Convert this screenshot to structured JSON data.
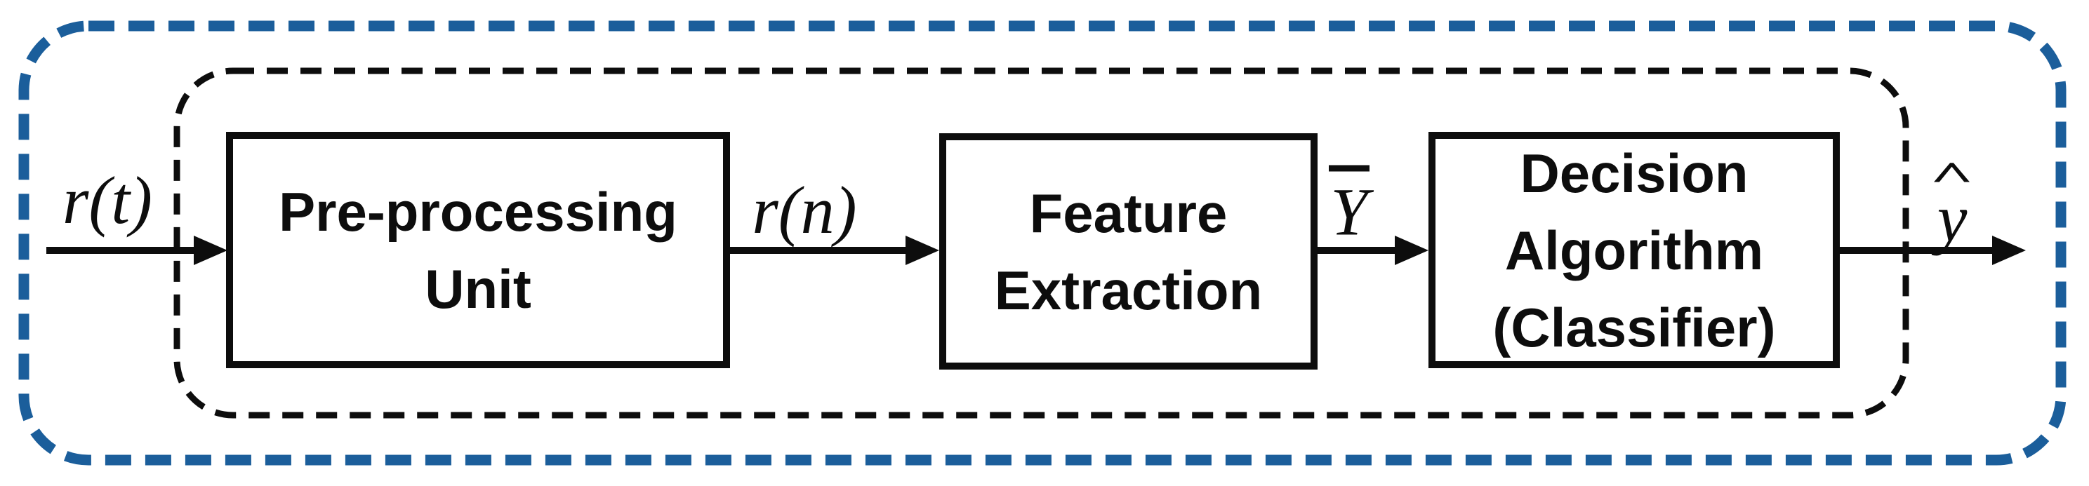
{
  "diagram": {
    "blocks": [
      {
        "lines": [
          "Pre-processing",
          "Unit"
        ]
      },
      {
        "lines": [
          "Feature",
          "Extraction"
        ]
      },
      {
        "lines": [
          "Decision",
          "Algorithm",
          "(Classifier)"
        ]
      }
    ],
    "signals": {
      "input": "r(t)",
      "sampled": "r(n)",
      "feature_symbol_base": "Y",
      "output_symbol_base": "y",
      "hat_glyph": "^"
    },
    "colors": {
      "outer_border_blue": "#1b5e9b",
      "ink_black": "#0d0d0d"
    }
  }
}
